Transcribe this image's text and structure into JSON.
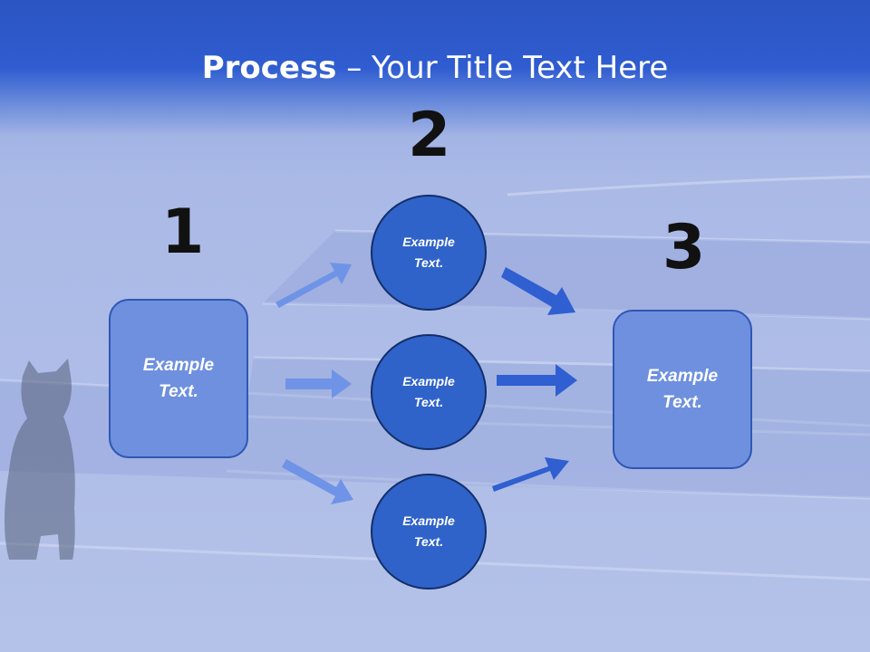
{
  "slide": {
    "title_bold": "Process",
    "title_rest": " – Your Title Text Here"
  },
  "steps": {
    "one": "1",
    "two": "2",
    "three": "3"
  },
  "left_box": {
    "text": "Example Text."
  },
  "circles": [
    {
      "text": "Example Text."
    },
    {
      "text": "Example Text."
    },
    {
      "text": "Example Text."
    }
  ],
  "right_box": {
    "text": "Example Text."
  },
  "colors": {
    "banner": "#2f5cd0",
    "box_fill": "#6e90df",
    "circle_fill": "#2f63c9",
    "arrow_light": "#6f93e6",
    "arrow_dark": "#2f5fd0"
  }
}
